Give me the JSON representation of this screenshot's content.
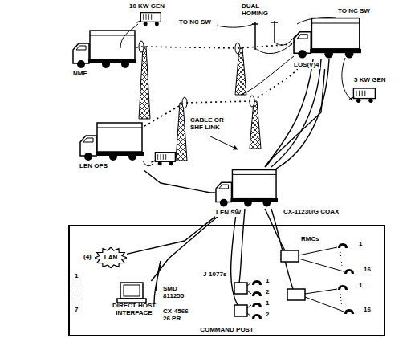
{
  "diagram": {
    "nodes": [
      {
        "text": [
          "NMF"
        ]
      },
      {
        "text": [
          "LOS(V)4"
        ]
      },
      {
        "text": [
          "LEN OPS"
        ]
      },
      {
        "text": [
          "LEN SW"
        ]
      },
      {
        "text": [
          "COMMAND POST"
        ]
      },
      {
        "text": [
          "LAN"
        ],
        "in": 4
      },
      {
        "text": [
          "DIRECT HOST INTERFACE"
        ],
        "in": 4
      }
    ],
    "edges": [
      {
        "from": 0,
        "to": 1,
        "arrow": "none"
      },
      {
        "from": 2,
        "to": 1,
        "arrow": "none",
        "label": "CABLE OR SHF LINK"
      },
      {
        "from": 2,
        "to": 3,
        "arrow": "none"
      },
      {
        "from": 1,
        "to": 3,
        "arrow": "none"
      },
      {
        "from": 3,
        "to": 5,
        "arrow": "none"
      },
      {
        "from": 3,
        "to": 6,
        "arrow": "none"
      }
    ],
    "labels": [
      "10 KW GEN",
      "DUAL HOMING",
      "TO NC SW",
      "TO NC SW",
      "5 KW GEN",
      "CX-11230/G COAX",
      "RMCs",
      "1",
      "16",
      "1",
      "16",
      "(4)",
      "1",
      "7",
      "J-1077s",
      "1",
      "2",
      "1",
      "2",
      "SMD 811255",
      "CX-4566 26 PR"
    ]
  }
}
